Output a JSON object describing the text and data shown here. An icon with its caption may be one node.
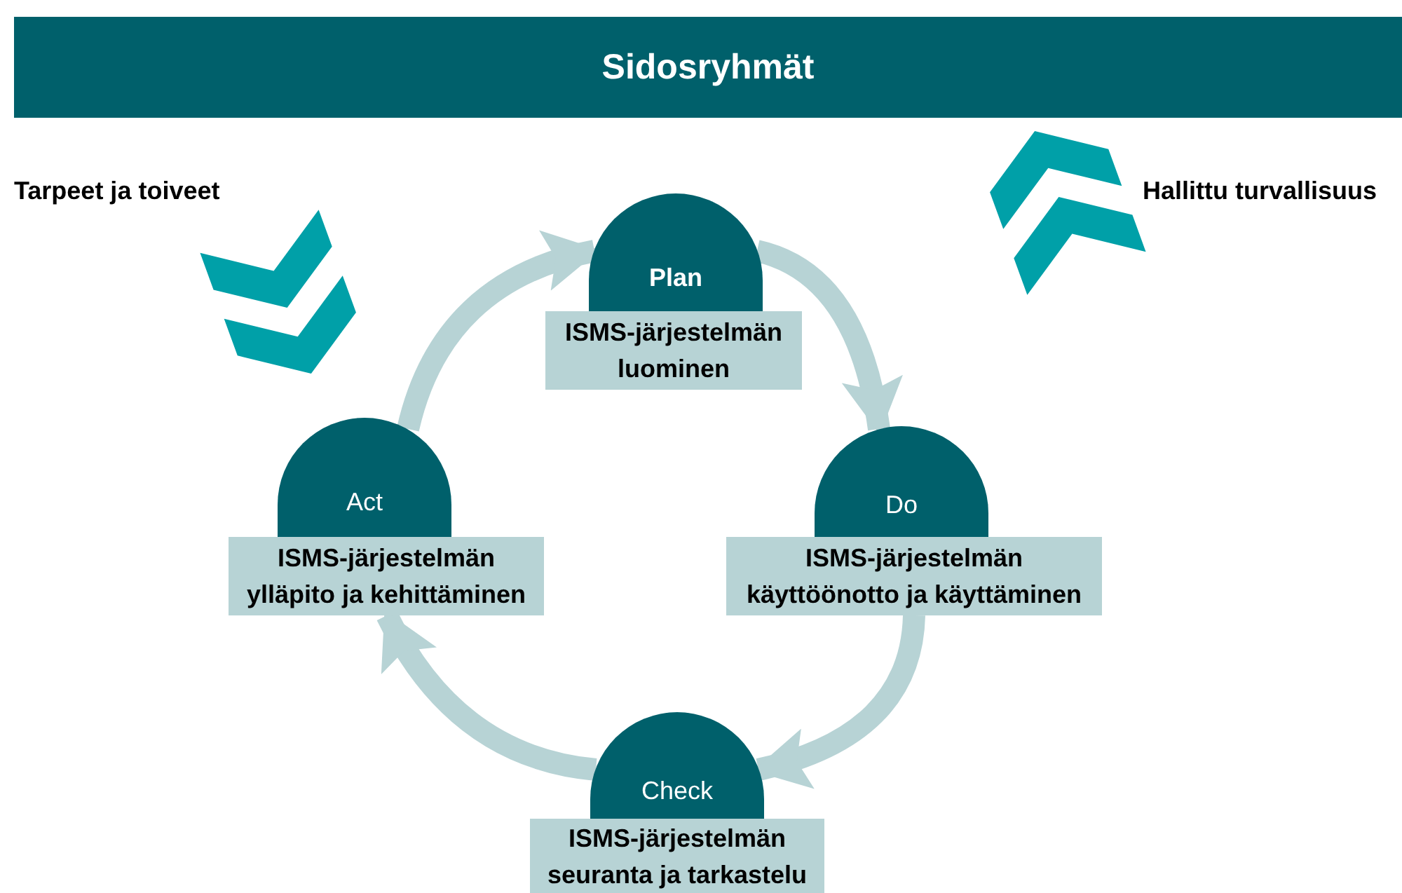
{
  "diagram": {
    "nodes": [
      {
        "text": [
          "Sidosryhmät"
        ]
      },
      {
        "text": [
          "Plan"
        ]
      },
      {
        "text": [
          "ISMS-järjestelmän luominen"
        ]
      },
      {
        "text": [
          "Act"
        ]
      },
      {
        "text": [
          "ISMS-järjestelmän ylläpito ja kehittäminen"
        ]
      },
      {
        "text": [
          "Do"
        ]
      },
      {
        "text": [
          "ISMS-järjestelmän käyttöönotto ja käyttäminen"
        ]
      },
      {
        "text": [
          "Check"
        ]
      },
      {
        "text": [
          "ISMS-järjestelmän seuranta ja tarkastelu"
        ]
      }
    ],
    "edges": [
      {
        "from": 1,
        "to": 5,
        "arrow": "to"
      },
      {
        "from": 6,
        "to": 7,
        "arrow": "to"
      },
      {
        "from": 7,
        "to": 4,
        "arrow": "to"
      },
      {
        "from": 3,
        "to": 1,
        "arrow": "to"
      }
    ],
    "labels": [
      "Tarpeet ja toiveet",
      "Hallittu turvallisuus"
    ]
  }
}
